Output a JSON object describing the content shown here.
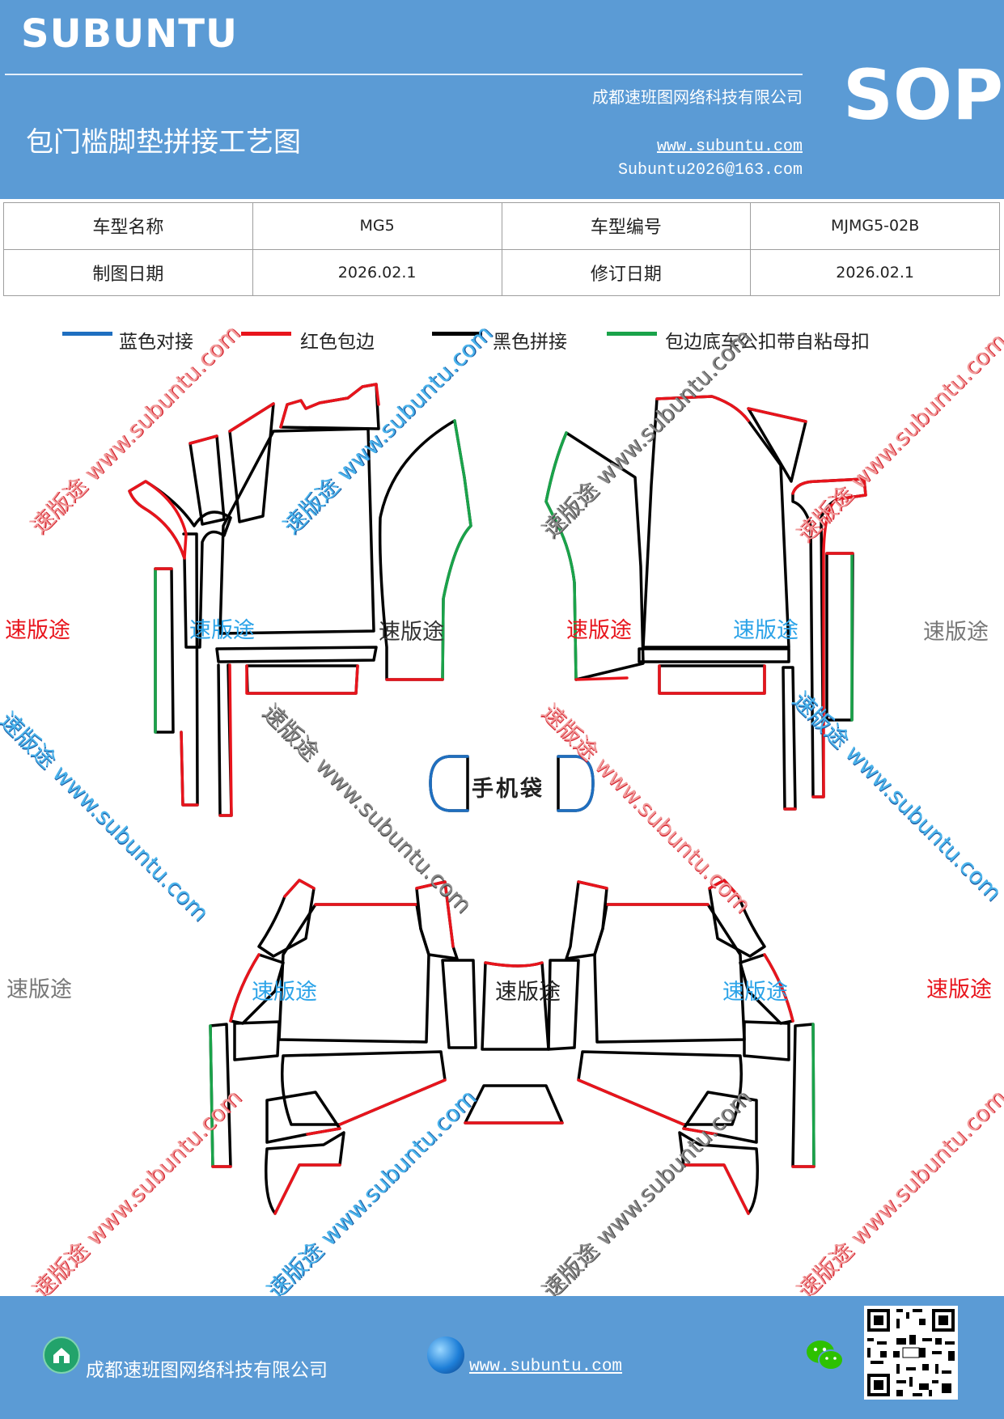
{
  "header": {
    "brand": "SUBUNTU",
    "company": "成都速班图网络科技有限公司",
    "title": "包门槛脚垫拼接工艺图",
    "website": "www.subuntu.com",
    "email": "Subuntu2026@163.com",
    "badge": "SOP"
  },
  "info_table": {
    "rows": [
      [
        "车型名称",
        "MG5",
        "车型编号",
        "MJMG5-02B"
      ],
      [
        "制图日期",
        "2026.02.1",
        "修订日期",
        "2026.02.1"
      ]
    ]
  },
  "legend": [
    {
      "label": "蓝色对接",
      "color": "#1f6fc0"
    },
    {
      "label": "红色包边",
      "color": "#e8141c"
    },
    {
      "label": "黑色拼接",
      "color": "#000000"
    },
    {
      "label": "包边底车公扣带自粘母扣",
      "color": "#1aa34a"
    }
  ],
  "diagram": {
    "brand_label": "速版途",
    "watermark": "速版途 www.subuntu.com",
    "phone_pocket": "手机袋"
  },
  "colors": {
    "header_bg": "#5b9bd5",
    "blue_line": "#1f6fc0",
    "red_line": "#e8141c",
    "green_line": "#1aa34a",
    "black_line": "#000000"
  },
  "footer": {
    "company": "成都速班图网络科技有限公司",
    "website": "www.subuntu.com",
    "icons": [
      "home-icon",
      "globe-icon",
      "wechat-icon",
      "qr-code"
    ]
  }
}
